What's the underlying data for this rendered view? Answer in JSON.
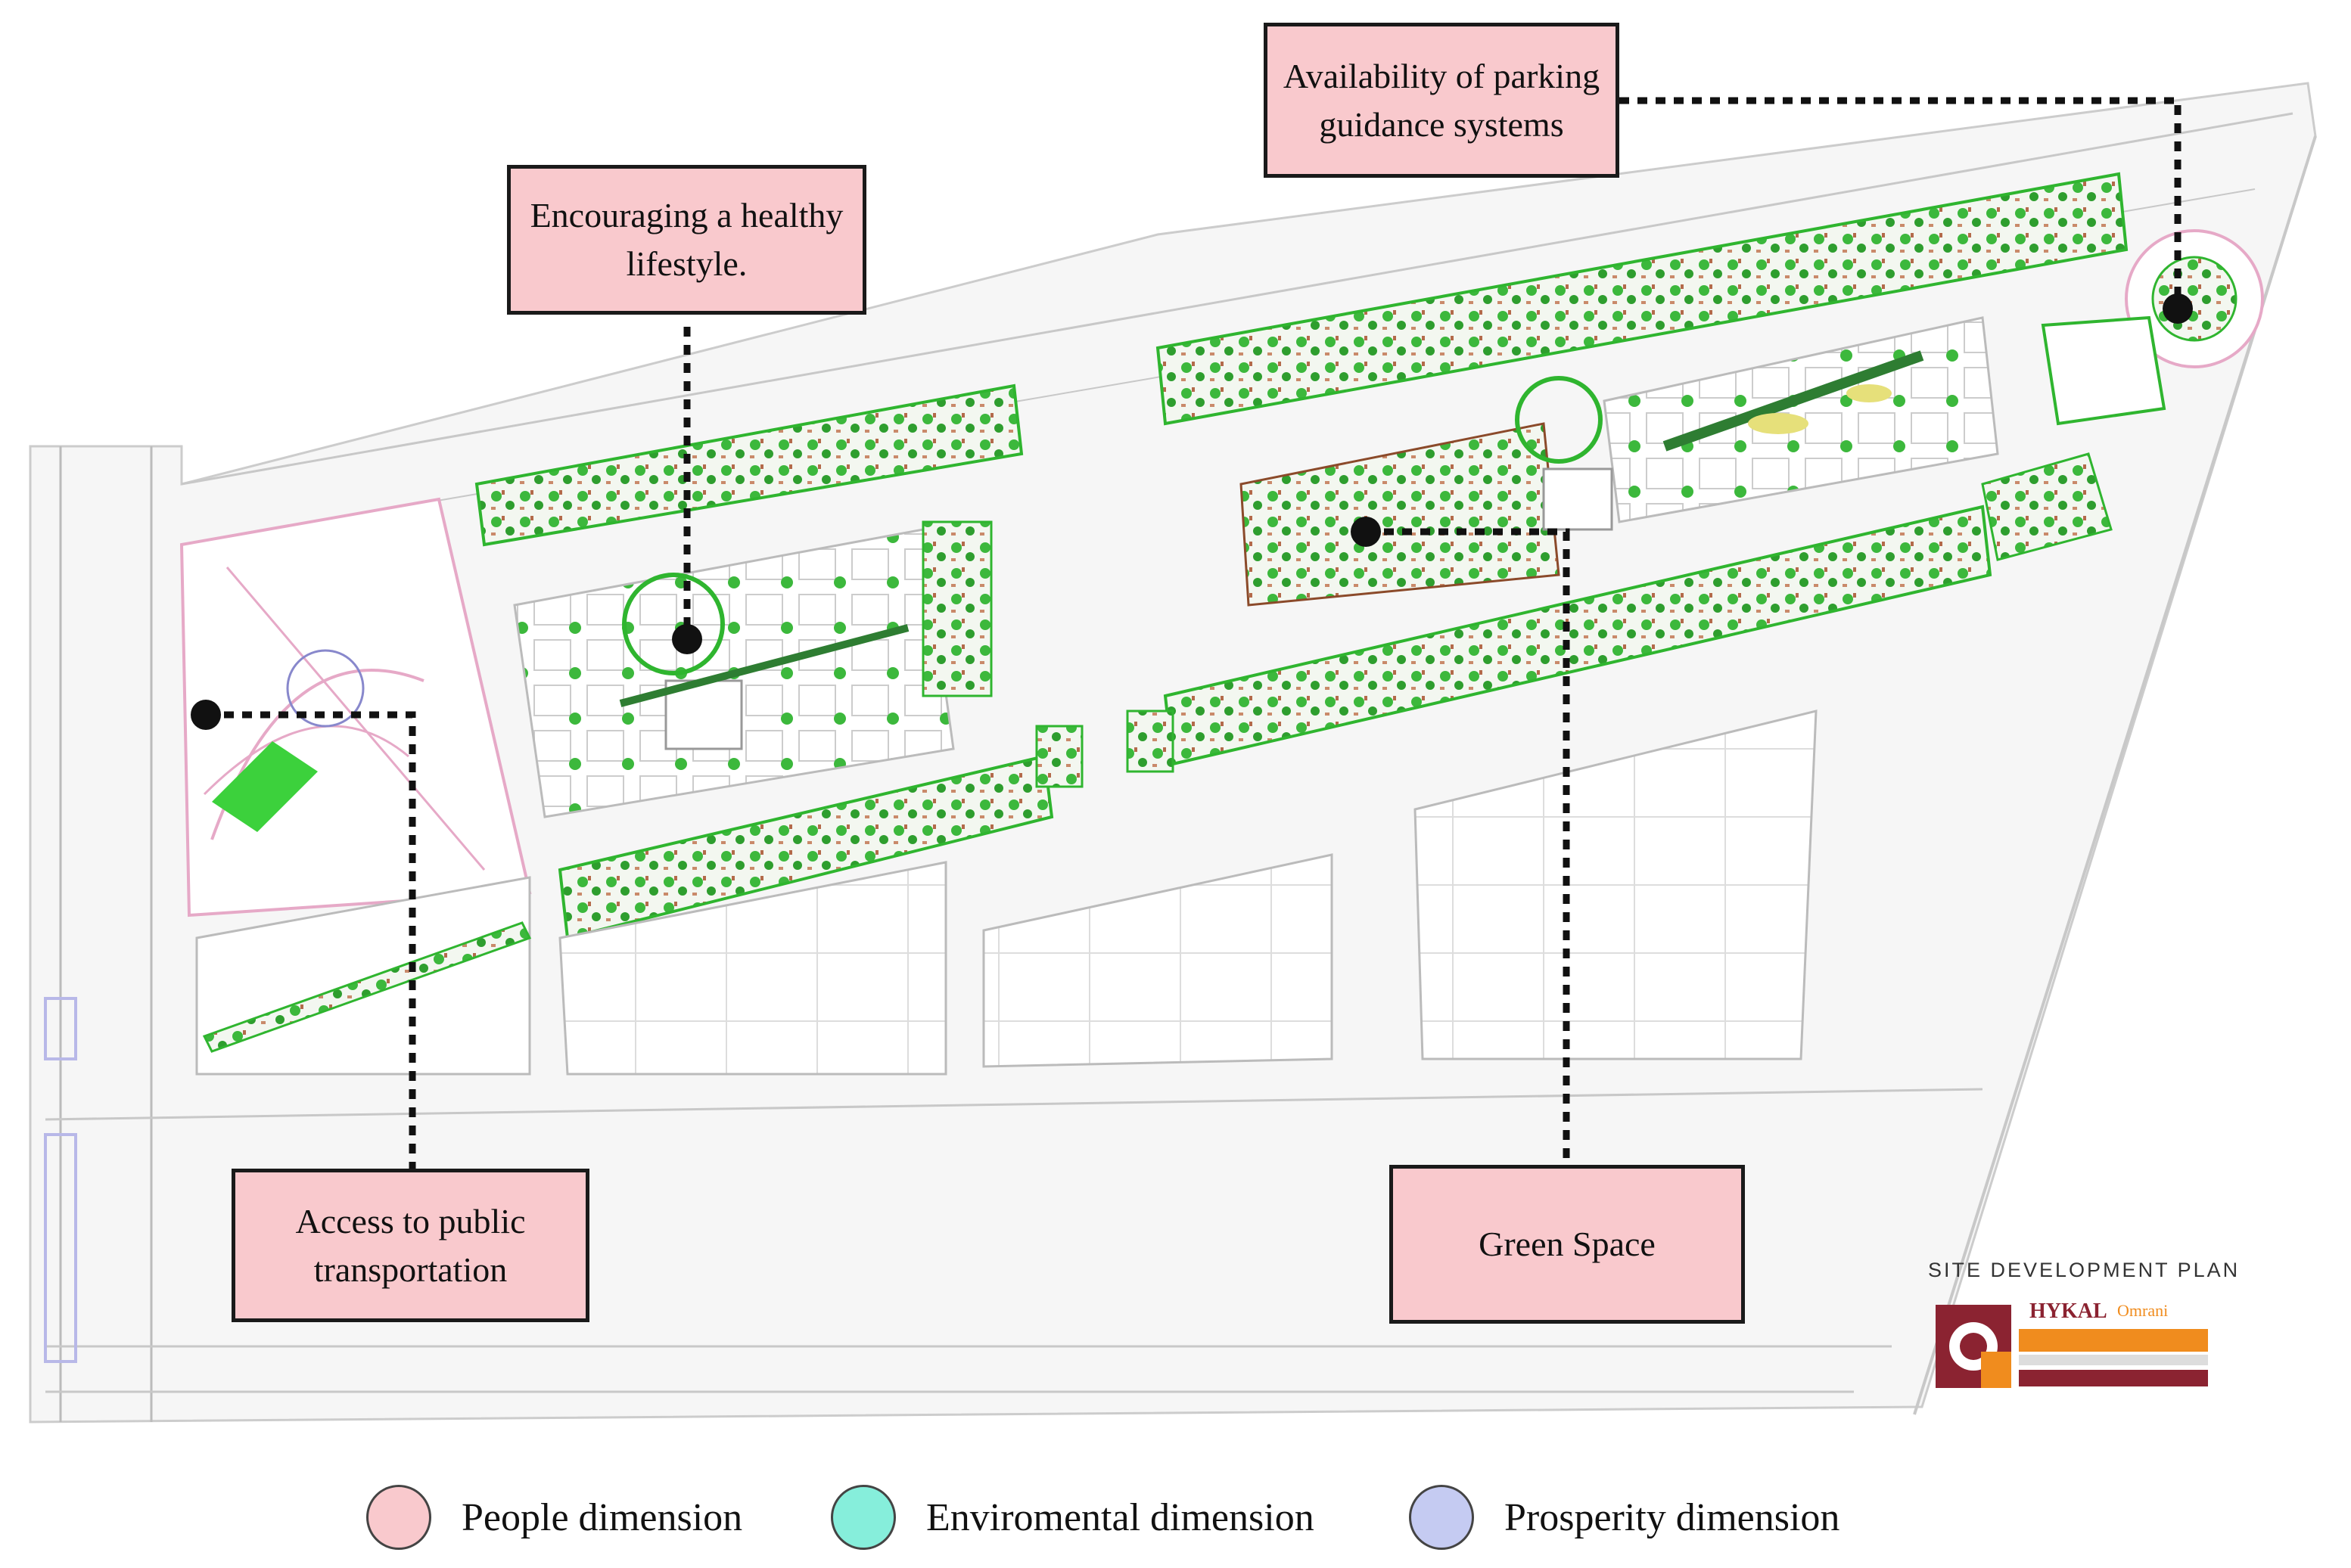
{
  "callouts": {
    "parking": "Availability of parking guidance systems",
    "healthy": "Encouraging a healthy lifestyle.",
    "transport": "Access to public transportation",
    "green": "Green Space"
  },
  "title_block": {
    "title": "SITE DEVELOPMENT PLAN",
    "logo_text": "HYKAL",
    "logo_tagline": "Omrani",
    "colors": {
      "maroon": "#8b2331",
      "orange": "#f08c1e"
    }
  },
  "legend": [
    {
      "label": "People dimension",
      "color": "#f9c9cd"
    },
    {
      "label": "Enviromental dimension",
      "color": "#86eedb"
    },
    {
      "label": "Prosperity dimension",
      "color": "#c5cbf2"
    }
  ],
  "colors": {
    "road": "#d9d9d9",
    "green": "#2fb52f",
    "park_pink": "#e6a9c7",
    "leader": "#111111"
  }
}
